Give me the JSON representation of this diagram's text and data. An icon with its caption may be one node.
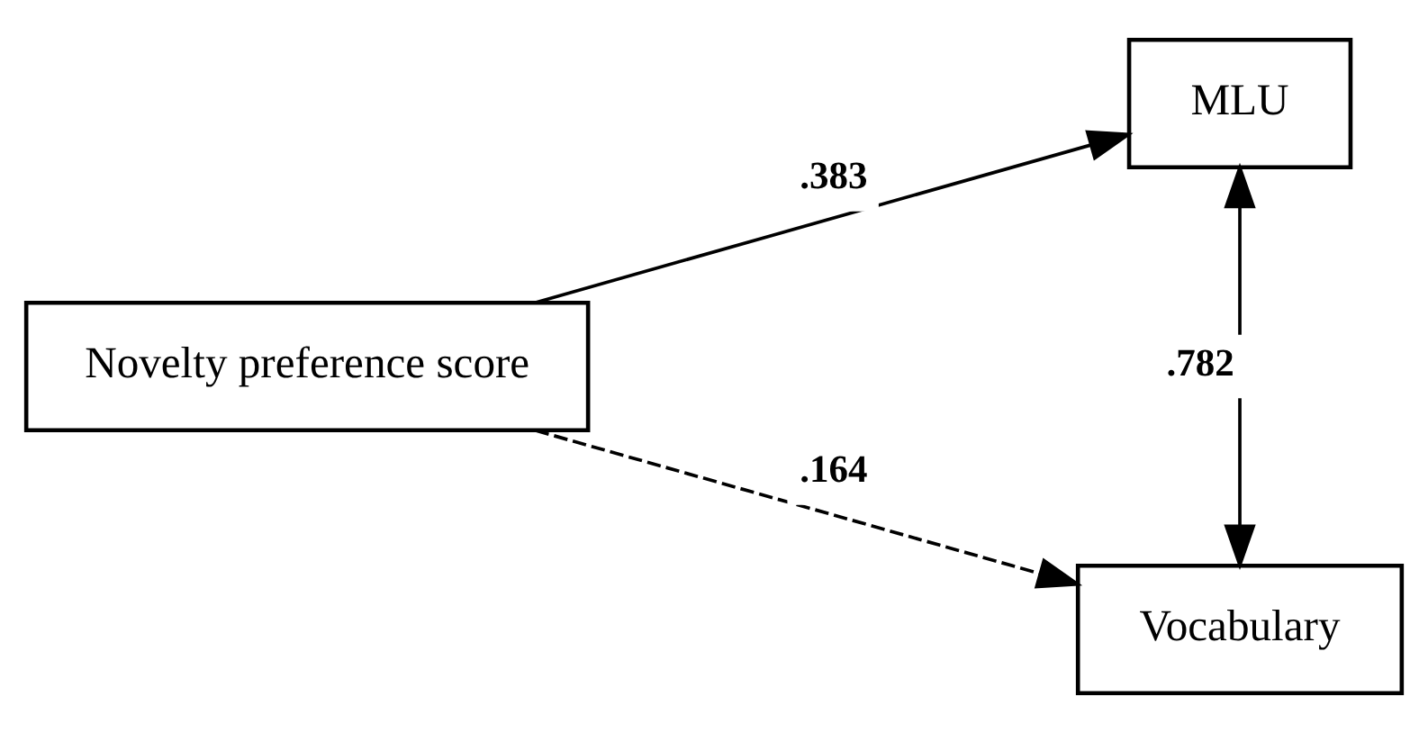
{
  "diagram": {
    "nodes": [
      {
        "text": [
          "Novelty preference score"
        ]
      },
      {
        "text": [
          "MLU"
        ]
      },
      {
        "text": [
          "Vocabulary"
        ]
      }
    ],
    "edges": [
      {
        "from": 0,
        "to": 1,
        "arrow": "to",
        "label": ".383"
      },
      {
        "from": 0,
        "to": 2,
        "arrow": "to",
        "label": ".164",
        "style": "dashed"
      },
      {
        "from": 1,
        "to": 2,
        "arrow": "both",
        "label": ".782"
      }
    ]
  }
}
